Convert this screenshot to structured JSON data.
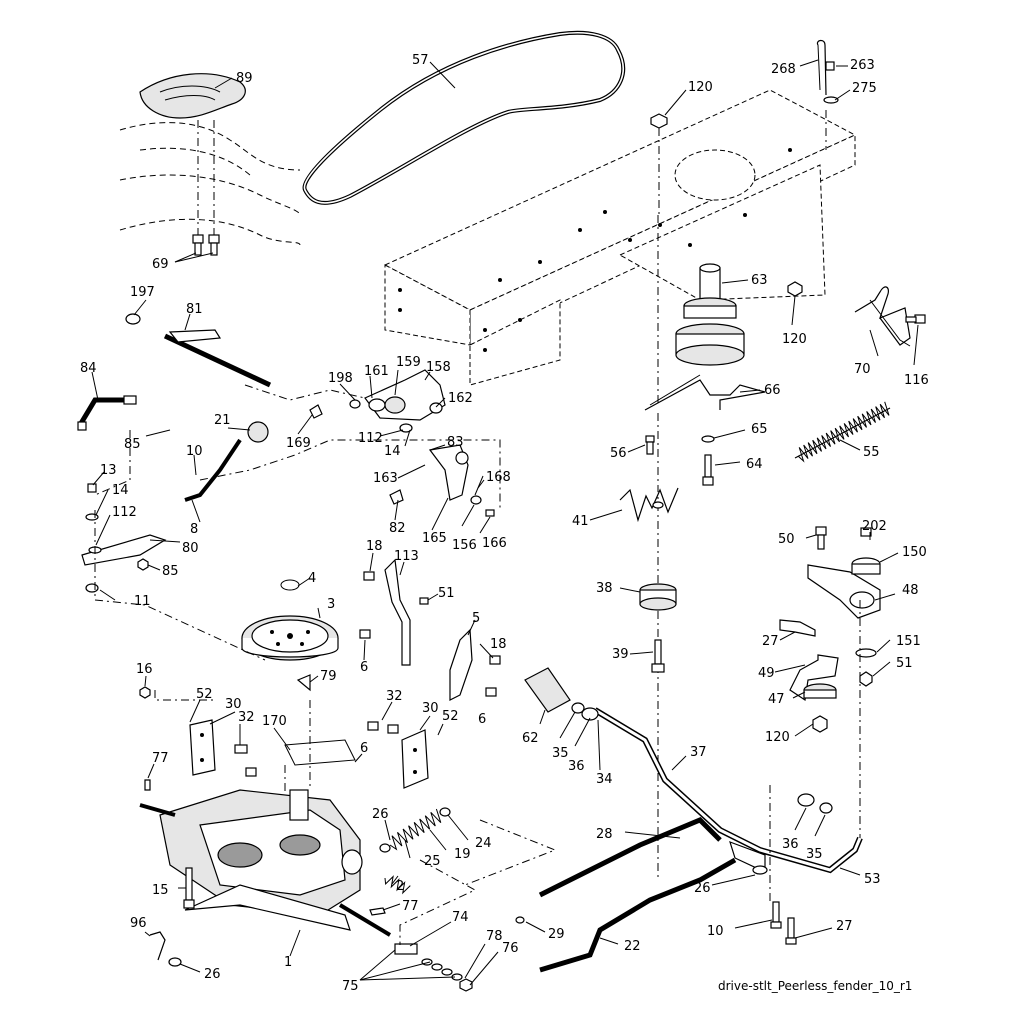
{
  "caption": "drive-stlt_Peerless_fender_10_r1",
  "callouts": [
    {
      "id": "89",
      "text": "89"
    },
    {
      "id": "57",
      "text": "57"
    },
    {
      "id": "120a",
      "text": "120"
    },
    {
      "id": "268",
      "text": "268"
    },
    {
      "id": "263",
      "text": "263"
    },
    {
      "id": "275",
      "text": "275"
    },
    {
      "id": "69",
      "text": "69"
    },
    {
      "id": "197",
      "text": "197"
    },
    {
      "id": "81",
      "text": "81"
    },
    {
      "id": "63",
      "text": "63"
    },
    {
      "id": "120b",
      "text": "120"
    },
    {
      "id": "70",
      "text": "70"
    },
    {
      "id": "116",
      "text": "116"
    },
    {
      "id": "84",
      "text": "84"
    },
    {
      "id": "198",
      "text": "198"
    },
    {
      "id": "161",
      "text": "161"
    },
    {
      "id": "159",
      "text": "159"
    },
    {
      "id": "158",
      "text": "158"
    },
    {
      "id": "66",
      "text": "66"
    },
    {
      "id": "162",
      "text": "162"
    },
    {
      "id": "21",
      "text": "21"
    },
    {
      "id": "85a",
      "text": "85"
    },
    {
      "id": "169",
      "text": "169"
    },
    {
      "id": "112a",
      "text": "112"
    },
    {
      "id": "83",
      "text": "83"
    },
    {
      "id": "14a",
      "text": "14"
    },
    {
      "id": "65",
      "text": "65"
    },
    {
      "id": "10a",
      "text": "10"
    },
    {
      "id": "56",
      "text": "56"
    },
    {
      "id": "55",
      "text": "55"
    },
    {
      "id": "163",
      "text": "163"
    },
    {
      "id": "168",
      "text": "168"
    },
    {
      "id": "64",
      "text": "64"
    },
    {
      "id": "13",
      "text": "13"
    },
    {
      "id": "14b",
      "text": "14"
    },
    {
      "id": "8",
      "text": "8"
    },
    {
      "id": "112b",
      "text": "112"
    },
    {
      "id": "82",
      "text": "82"
    },
    {
      "id": "165",
      "text": "165"
    },
    {
      "id": "156",
      "text": "156"
    },
    {
      "id": "166",
      "text": "166"
    },
    {
      "id": "41",
      "text": "41"
    },
    {
      "id": "80",
      "text": "80"
    },
    {
      "id": "85b",
      "text": "85"
    },
    {
      "id": "18a",
      "text": "18"
    },
    {
      "id": "113",
      "text": "113"
    },
    {
      "id": "50",
      "text": "50"
    },
    {
      "id": "202",
      "text": "202"
    },
    {
      "id": "150",
      "text": "150"
    },
    {
      "id": "4",
      "text": "4"
    },
    {
      "id": "11",
      "text": "11"
    },
    {
      "id": "3",
      "text": "3"
    },
    {
      "id": "51a",
      "text": "51"
    },
    {
      "id": "38",
      "text": "38"
    },
    {
      "id": "48",
      "text": "48"
    },
    {
      "id": "5",
      "text": "5"
    },
    {
      "id": "18b",
      "text": "18"
    },
    {
      "id": "27a",
      "text": "27"
    },
    {
      "id": "6a",
      "text": "6"
    },
    {
      "id": "39",
      "text": "39"
    },
    {
      "id": "151",
      "text": "151"
    },
    {
      "id": "51b",
      "text": "51"
    },
    {
      "id": "49",
      "text": "49"
    },
    {
      "id": "16",
      "text": "16"
    },
    {
      "id": "79",
      "text": "79"
    },
    {
      "id": "52a",
      "text": "52"
    },
    {
      "id": "32a",
      "text": "32"
    },
    {
      "id": "30a",
      "text": "30"
    },
    {
      "id": "32b",
      "text": "32"
    },
    {
      "id": "6b",
      "text": "6"
    },
    {
      "id": "47",
      "text": "47"
    },
    {
      "id": "30b",
      "text": "30"
    },
    {
      "id": "52b",
      "text": "52"
    },
    {
      "id": "170",
      "text": "170"
    },
    {
      "id": "62",
      "text": "62"
    },
    {
      "id": "120c",
      "text": "120"
    },
    {
      "id": "6c",
      "text": "6"
    },
    {
      "id": "35a",
      "text": "35"
    },
    {
      "id": "36a",
      "text": "36"
    },
    {
      "id": "77a",
      "text": "77"
    },
    {
      "id": "37",
      "text": "37"
    },
    {
      "id": "34",
      "text": "34"
    },
    {
      "id": "26a",
      "text": "26"
    },
    {
      "id": "24",
      "text": "24"
    },
    {
      "id": "19",
      "text": "19"
    },
    {
      "id": "25",
      "text": "25"
    },
    {
      "id": "28",
      "text": "28"
    },
    {
      "id": "36b",
      "text": "36"
    },
    {
      "id": "35b",
      "text": "35"
    },
    {
      "id": "53",
      "text": "53"
    },
    {
      "id": "2",
      "text": "2"
    },
    {
      "id": "15",
      "text": "15"
    },
    {
      "id": "26b",
      "text": "26"
    },
    {
      "id": "77b",
      "text": "77"
    },
    {
      "id": "74",
      "text": "74"
    },
    {
      "id": "10b",
      "text": "10"
    },
    {
      "id": "27b",
      "text": "27"
    },
    {
      "id": "96",
      "text": "96"
    },
    {
      "id": "29",
      "text": "29"
    },
    {
      "id": "78",
      "text": "78"
    },
    {
      "id": "76",
      "text": "76"
    },
    {
      "id": "22",
      "text": "22"
    },
    {
      "id": "1",
      "text": "1"
    },
    {
      "id": "26c",
      "text": "26"
    },
    {
      "id": "75",
      "text": "75"
    }
  ]
}
